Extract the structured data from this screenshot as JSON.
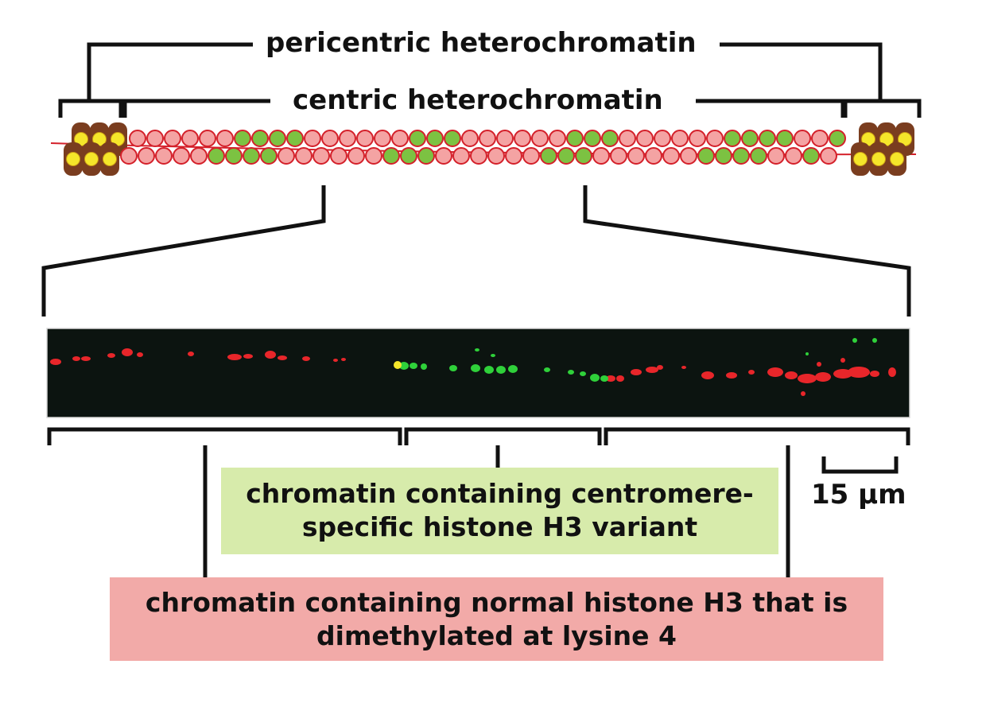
{
  "labels": {
    "pericentric": "pericentric heterochromatin",
    "centric": "centric heterochromatin",
    "centromere_line1": "chromatin containing centromere-",
    "centromere_line2": "specific histone H3 variant",
    "normal_line1": "chromatin containing normal histone H3 that is",
    "normal_line2": "dimethylated at lysine 4",
    "scale": "15 µm"
  },
  "fiber": {
    "pericentric_nucleosomes_each_end": 3,
    "centric_nucleosomes_per_row": 41,
    "centric_pattern": [
      "pink",
      "pink",
      "pink",
      "pink",
      "pink",
      "pink",
      "green",
      "green",
      "green",
      "green",
      "pink",
      "pink",
      "pink",
      "pink",
      "pink",
      "pink",
      "green",
      "green",
      "green",
      "pink",
      "pink",
      "pink",
      "pink",
      "pink",
      "pink",
      "green",
      "green",
      "green",
      "pink",
      "pink",
      "pink",
      "pink",
      "pink",
      "pink",
      "green",
      "green",
      "green",
      "green",
      "pink",
      "pink",
      "green"
    ]
  },
  "colors": {
    "line": "#111111",
    "pericentric_outer": "#7a3d1f",
    "pericentric_inner": "#f5e62a",
    "normal_nucleosome": "#f4a3a3",
    "normal_nucleosome_border": "#d4202a",
    "centromeric_nucleosome": "#7cc242",
    "dna": "#d4202a",
    "micrograph_bg": "#0c1410",
    "signal_red": "#e8262a",
    "signal_green": "#2fd13a",
    "box_green": "#d7ebab",
    "box_red": "#f2aaa8"
  }
}
